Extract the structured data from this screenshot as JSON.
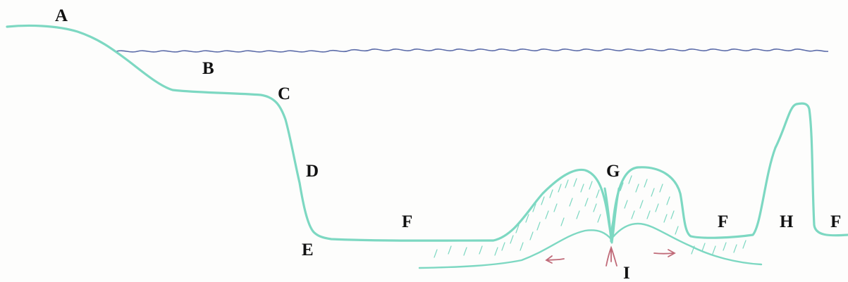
{
  "labels": {
    "a": "A",
    "b": "B",
    "c": "C",
    "d": "D",
    "e": "E",
    "f1": "F",
    "f2": "F",
    "f3": "F",
    "g": "G",
    "h": "H",
    "i": "I"
  },
  "colors": {
    "seabed": "#7dd8c2",
    "sea_surface": "#5a6aa8",
    "arrows": "#c06a78",
    "label_text": "#111111",
    "background": "#fdfdfc"
  }
}
